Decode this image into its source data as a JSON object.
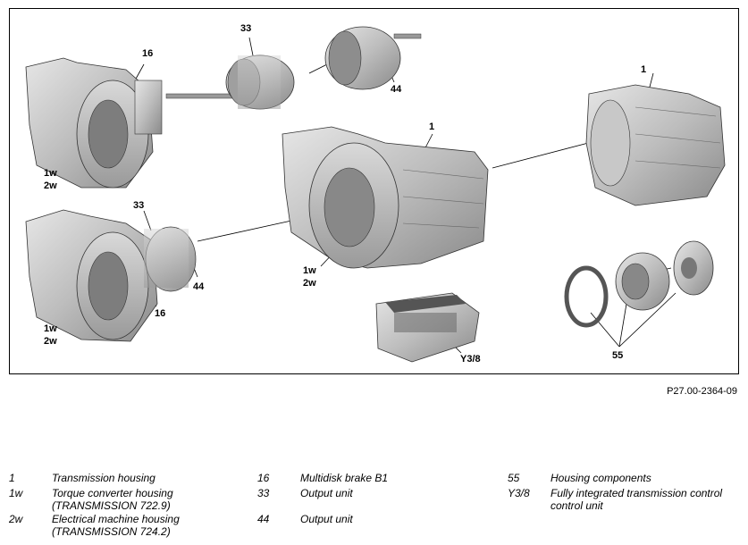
{
  "figure": {
    "callouts": {
      "c16_top": "16",
      "c33_top": "33",
      "c44_top": "44",
      "c1_right": "1",
      "c1_center": "1",
      "c1w_tl": "1w",
      "c2w_tl": "2w",
      "c33_left": "33",
      "c44_left": "44",
      "c16_left": "16",
      "c1w_bl": "1w",
      "c2w_bl": "2w",
      "c1w_center": "1w",
      "c2w_center": "2w",
      "cY38": "Y3/8",
      "c55": "55"
    },
    "reference": "P27.00-2364-09"
  },
  "legend": [
    {
      "code": "1",
      "text": "Transmission housing"
    },
    {
      "code": "1w",
      "text": "Torque converter housing (TRANSMISSION 722.9)"
    },
    {
      "code": "2w",
      "text": "Electrical machine housing (TRANSMISSION 724.2)"
    },
    {
      "code": "16",
      "text": "Multidisk brake B1"
    },
    {
      "code": "33",
      "text": "Output unit"
    },
    {
      "code": "44",
      "text": "Output unit"
    },
    {
      "code": "55",
      "text": "Housing components"
    },
    {
      "code": "Y3/8",
      "text": "Fully integrated transmission control control unit"
    }
  ]
}
